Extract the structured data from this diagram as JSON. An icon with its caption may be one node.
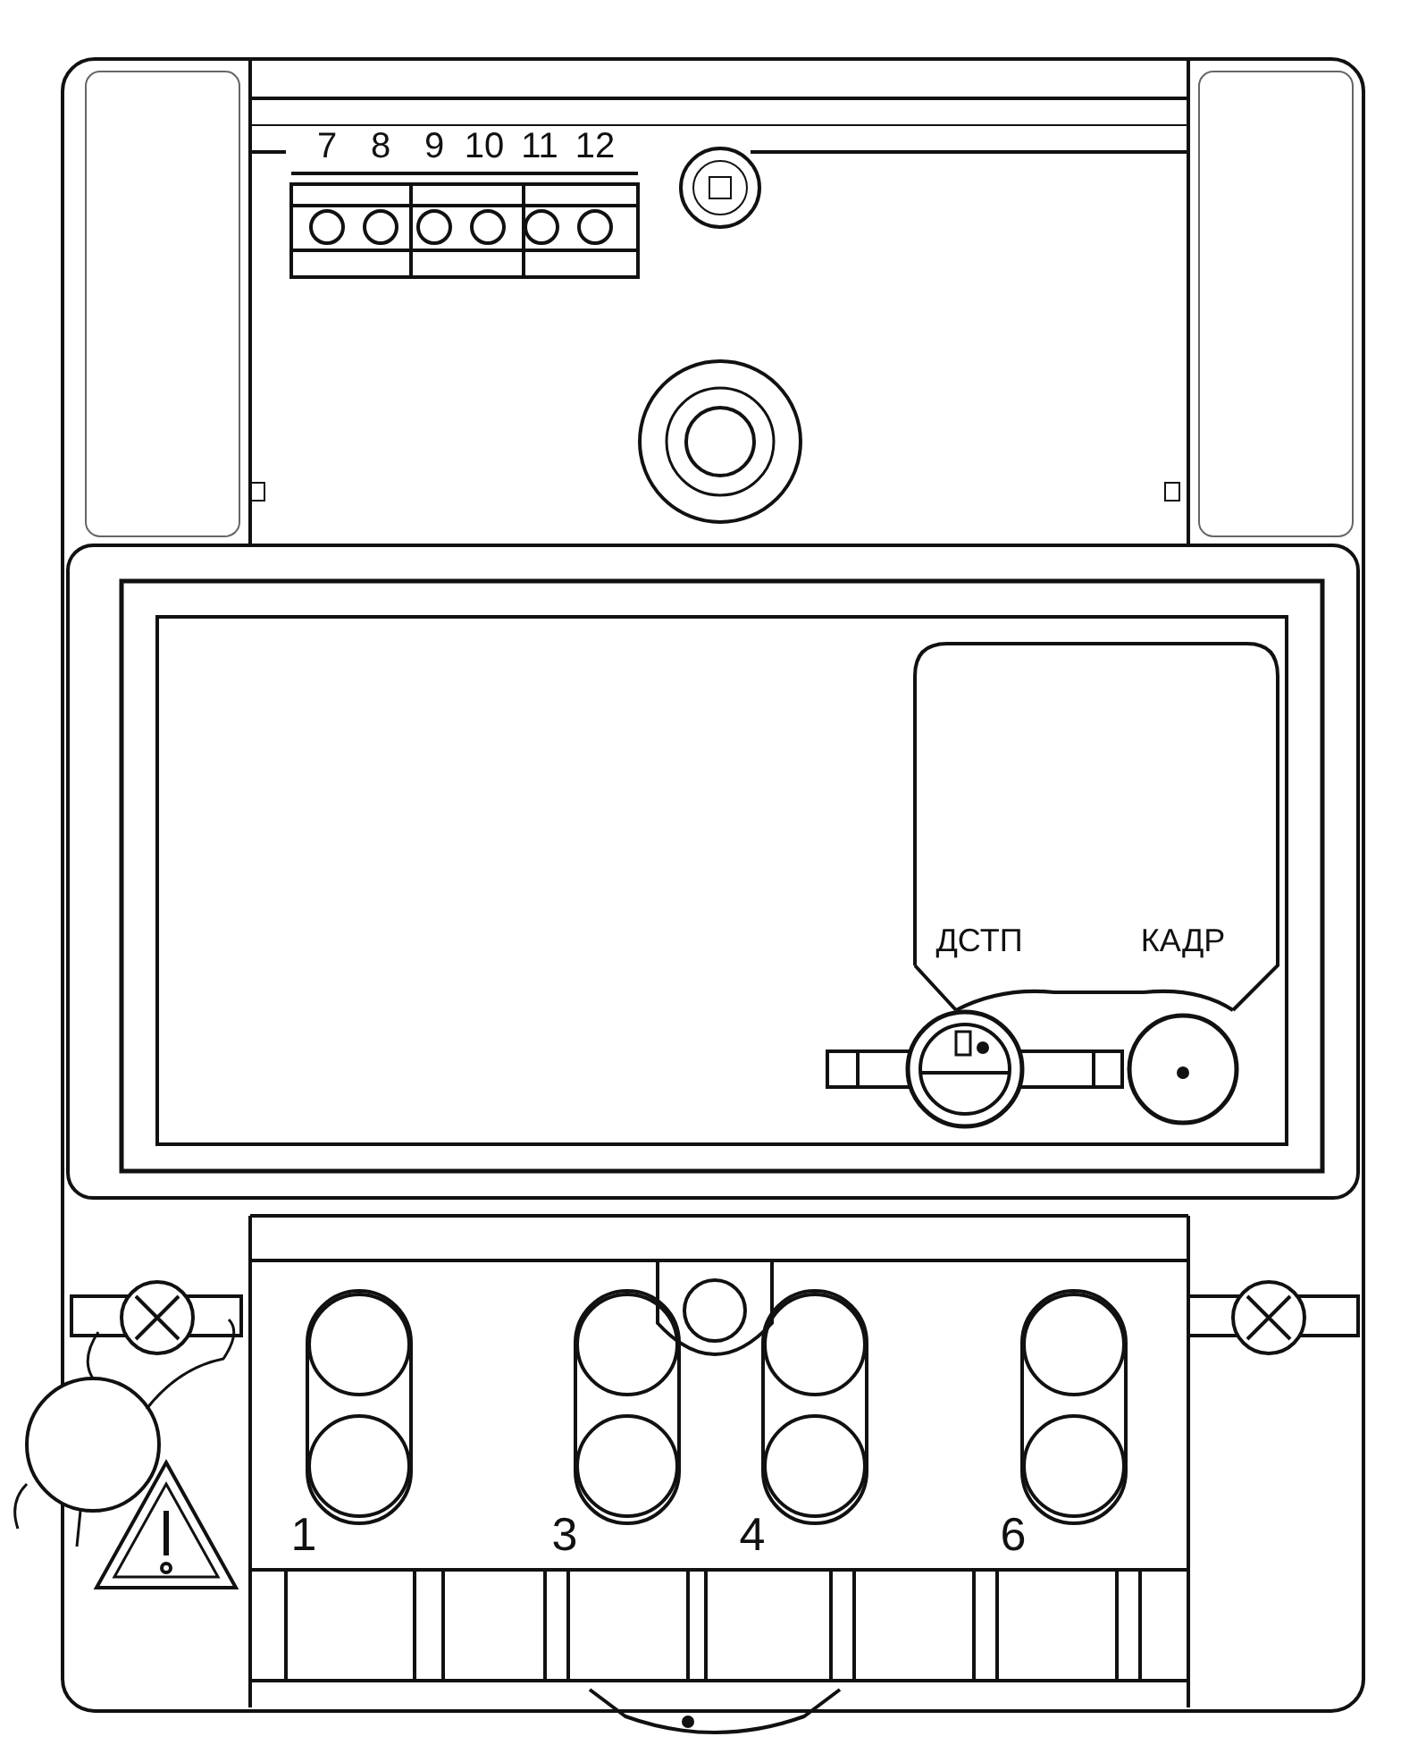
{
  "diagram": {
    "labels": [
      "7",
      "8",
      "9",
      "10",
      "11",
      "12",
      "ДСТП",
      "КАДР",
      "1",
      "3",
      "4",
      "6"
    ]
  }
}
